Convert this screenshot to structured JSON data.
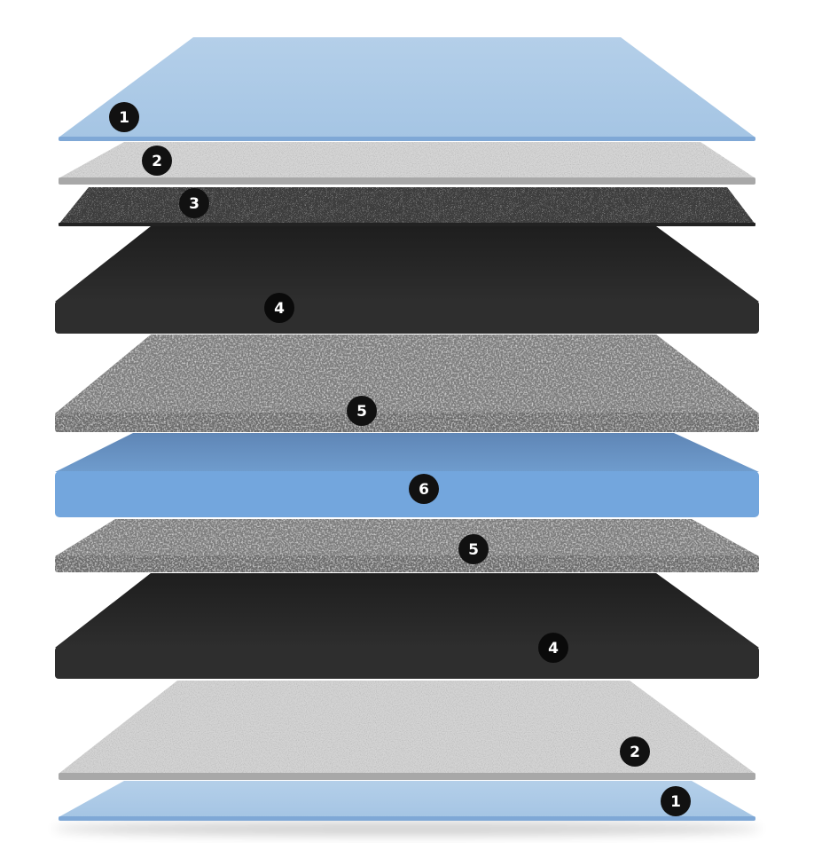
{
  "layers": [
    {
      "id": "layer-1-top",
      "label": "1",
      "material": "blue-film",
      "color": "#a9c8e4"
    },
    {
      "id": "layer-2-top",
      "label": "2",
      "material": "light-felt",
      "color": "#d4d4d4"
    },
    {
      "id": "layer-3",
      "label": "3",
      "material": "dark-mesh",
      "color": "#3a3a3a"
    },
    {
      "id": "layer-4-top",
      "label": "4",
      "material": "black-foam",
      "color": "#2a2a2a"
    },
    {
      "id": "layer-5-top",
      "label": "5",
      "material": "grey-granite",
      "color": "#7a7a7a"
    },
    {
      "id": "layer-6",
      "label": "6",
      "material": "blue-core",
      "color": "#72a5dc"
    },
    {
      "id": "layer-5-bottom",
      "label": "5",
      "material": "grey-granite",
      "color": "#7a7a7a"
    },
    {
      "id": "layer-4-bottom",
      "label": "4",
      "material": "black-foam",
      "color": "#2a2a2a"
    },
    {
      "id": "layer-2-bottom",
      "label": "2",
      "material": "light-felt",
      "color": "#d4d4d4"
    },
    {
      "id": "layer-1-bottom",
      "label": "1",
      "material": "blue-film",
      "color": "#a9c8e4"
    }
  ]
}
